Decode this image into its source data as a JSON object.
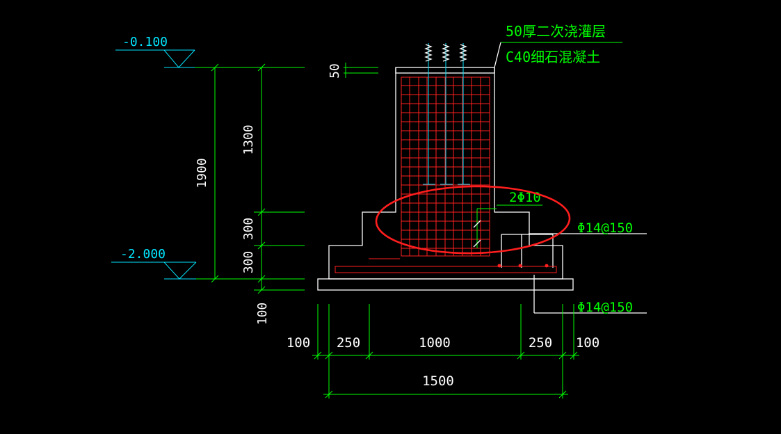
{
  "colors": {
    "background": "#000000",
    "outline": "#ffffff",
    "dimension": "#00ff00",
    "elevation": "#00e5ff",
    "rebar": "#ff2020",
    "highlight": "#ff1e1e"
  },
  "elevations": {
    "top": "-0.100",
    "bottom": "-2.000"
  },
  "vertical_dims": {
    "total": "1900",
    "column": "1300",
    "step": "300",
    "base": "300",
    "cushion": "100",
    "grout": "50"
  },
  "horizontal_dims": {
    "left_offset": "100",
    "left_step": "250",
    "column_width": "1000",
    "right_step": "250",
    "right_offset": "100",
    "total": "1500"
  },
  "notes": {
    "grout_line1": "50厚二次浇灌层",
    "grout_line2": "C40细石混凝土",
    "anchor_bar": "2Φ10",
    "rebar_step": "Φ14@150",
    "rebar_base": "Φ14@150"
  }
}
